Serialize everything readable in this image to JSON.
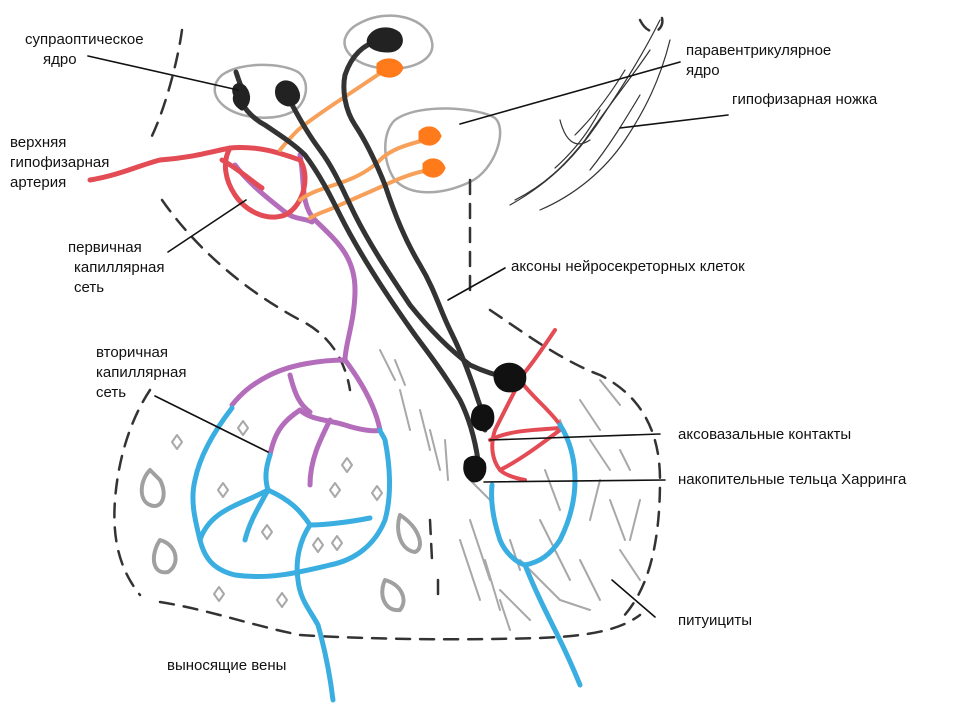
{
  "labels": {
    "supraoptic": [
      "супраоптическое",
      "ядро"
    ],
    "paraventricular": [
      "паравентрикулярное",
      "ядро"
    ],
    "pituitary_stalk": "гипофизарная ножка",
    "superior_artery": [
      "верхняя",
      "гипофизарная",
      "артерия"
    ],
    "primary_capillary": [
      "первичная",
      "капиллярная",
      "сеть"
    ],
    "axons": "аксоны нейросекреторных клеток",
    "secondary_capillary": [
      "вторичная",
      "капиллярная",
      "сеть"
    ],
    "axovasal": "аксовазальные контакты",
    "herring": "накопительные тельца Харринга",
    "pituicytes": "питуициты",
    "veins": "выносящие вены"
  },
  "colors": {
    "axon": "#333333",
    "orange": "#f7a05a",
    "orange_tip": "#ff7a1a",
    "artery": "#e34b55",
    "purple": "#b36dbb",
    "blue": "#3aaee0",
    "gray": "#a8a8a8",
    "dark_dash": "#333333"
  }
}
